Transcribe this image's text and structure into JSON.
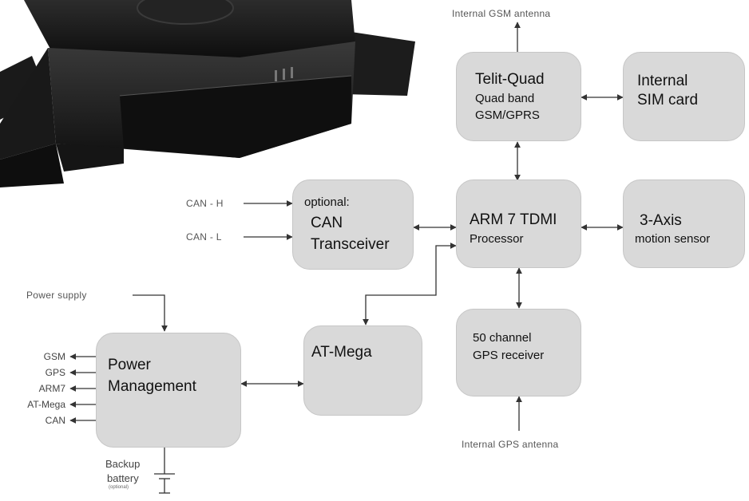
{
  "blocks": {
    "telit": {
      "line1": "Telit-Quad",
      "line2": "Quad band",
      "line3": "GSM/GPRS"
    },
    "sim": {
      "line1": "Internal",
      "line2": "SIM card"
    },
    "can": {
      "line1": "optional:",
      "line2": "CAN",
      "line3": "Transceiver"
    },
    "arm": {
      "line1": "ARM 7 TDMI",
      "line2": "Processor"
    },
    "motion": {
      "line1": "3-Axis",
      "line2": "motion sensor"
    },
    "gps": {
      "line1": "50 channel",
      "line2": "GPS receiver"
    },
    "atmega": {
      "line1": "AT-Mega"
    },
    "power": {
      "line1": "Power",
      "line2": "Management"
    }
  },
  "labels": {
    "gsm_antenna": "Internal GSM antenna",
    "gps_antenna": "Internal GPS antenna",
    "can_h": "CAN - H",
    "can_l": "CAN - L",
    "power_supply": "Power supply",
    "backup_line1": "Backup",
    "backup_line2": "battery",
    "backup_line3": "(optional)"
  },
  "power_outputs": [
    "GSM",
    "GPS",
    "ARM7",
    "AT-Mega",
    "CAN"
  ],
  "colors": {
    "block_fill": "#d9d9d9",
    "line": "#333333"
  }
}
